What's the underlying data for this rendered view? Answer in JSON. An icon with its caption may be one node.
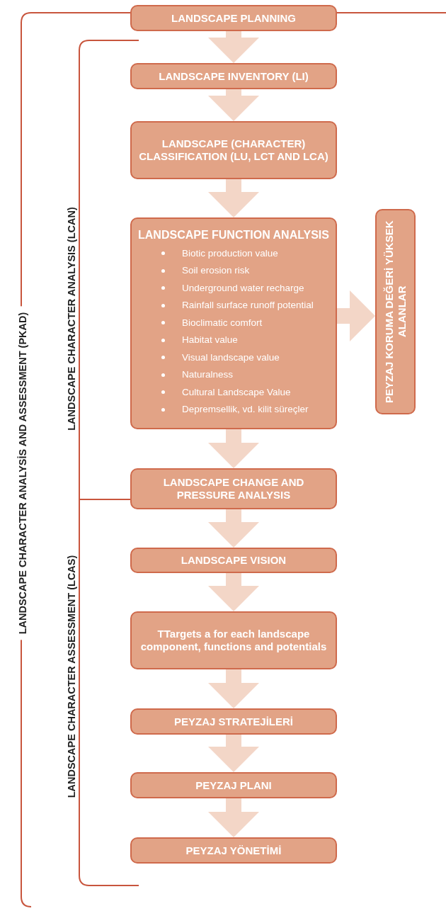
{
  "diagram": {
    "nodes": [
      {
        "text": [
          "LANDSCAPE PLANNING"
        ]
      },
      {
        "text": [
          "LANDSCAPE INVENTORY (LI)"
        ]
      },
      {
        "text": [
          "LANDSCAPE (CHARACTER) CLASSIFICATION (LU, LCT AND LCA)"
        ]
      },
      {
        "text": [
          "LANDSCAPE FUNCTION ANALYSIS",
          "Biotic production value",
          "Soil erosion risk",
          "Underground water recharge",
          "Rainfall surface runoff potential",
          "Bioclimatic comfort",
          "Habitat value",
          "Visual landscape value",
          "Naturalness",
          "Cultural Landscape Value",
          "Depremsellik, vd. kilit süreçler"
        ]
      },
      {
        "text": [
          "PEYZAJ KORUMA DEĞERİ YÜKSEK ALANLAR"
        ]
      },
      {
        "text": [
          "LANDSCAPE CHANGE AND PRESSURE ANALYSIS"
        ]
      },
      {
        "text": [
          "LANDSCAPE VISION"
        ]
      },
      {
        "text": [
          "TTargets a for each landscape component, functions and potentials"
        ]
      },
      {
        "text": [
          "PEYZAJ STRATEJİLERİ"
        ]
      },
      {
        "text": [
          "PEYZAJ PLANI"
        ]
      },
      {
        "text": [
          "PEYZAJ YÖNETİMİ"
        ]
      }
    ],
    "edges": [
      {
        "from": 0,
        "to": 1,
        "arrow": "to"
      },
      {
        "from": 1,
        "to": 2,
        "arrow": "to"
      },
      {
        "from": 2,
        "to": 3,
        "arrow": "to"
      },
      {
        "from": 3,
        "to": 4,
        "arrow": "to"
      },
      {
        "from": 3,
        "to": 5,
        "arrow": "to"
      },
      {
        "from": 5,
        "to": 6,
        "arrow": "to"
      },
      {
        "from": 6,
        "to": 7,
        "arrow": "to"
      },
      {
        "from": 7,
        "to": 8,
        "arrow": "to"
      },
      {
        "from": 8,
        "to": 9,
        "arrow": "to"
      },
      {
        "from": 9,
        "to": 10,
        "arrow": "to"
      }
    ],
    "labels": [
      "LANDSCAPE CHARACTER ANALYSİS AND ASSESSMENT (PKAD)",
      "LANDSCAPE CHARACTER ANALYSIS (LCAN)",
      "LANDSCAPE CHARACTER ASSESSMENT (LCAS)"
    ]
  }
}
